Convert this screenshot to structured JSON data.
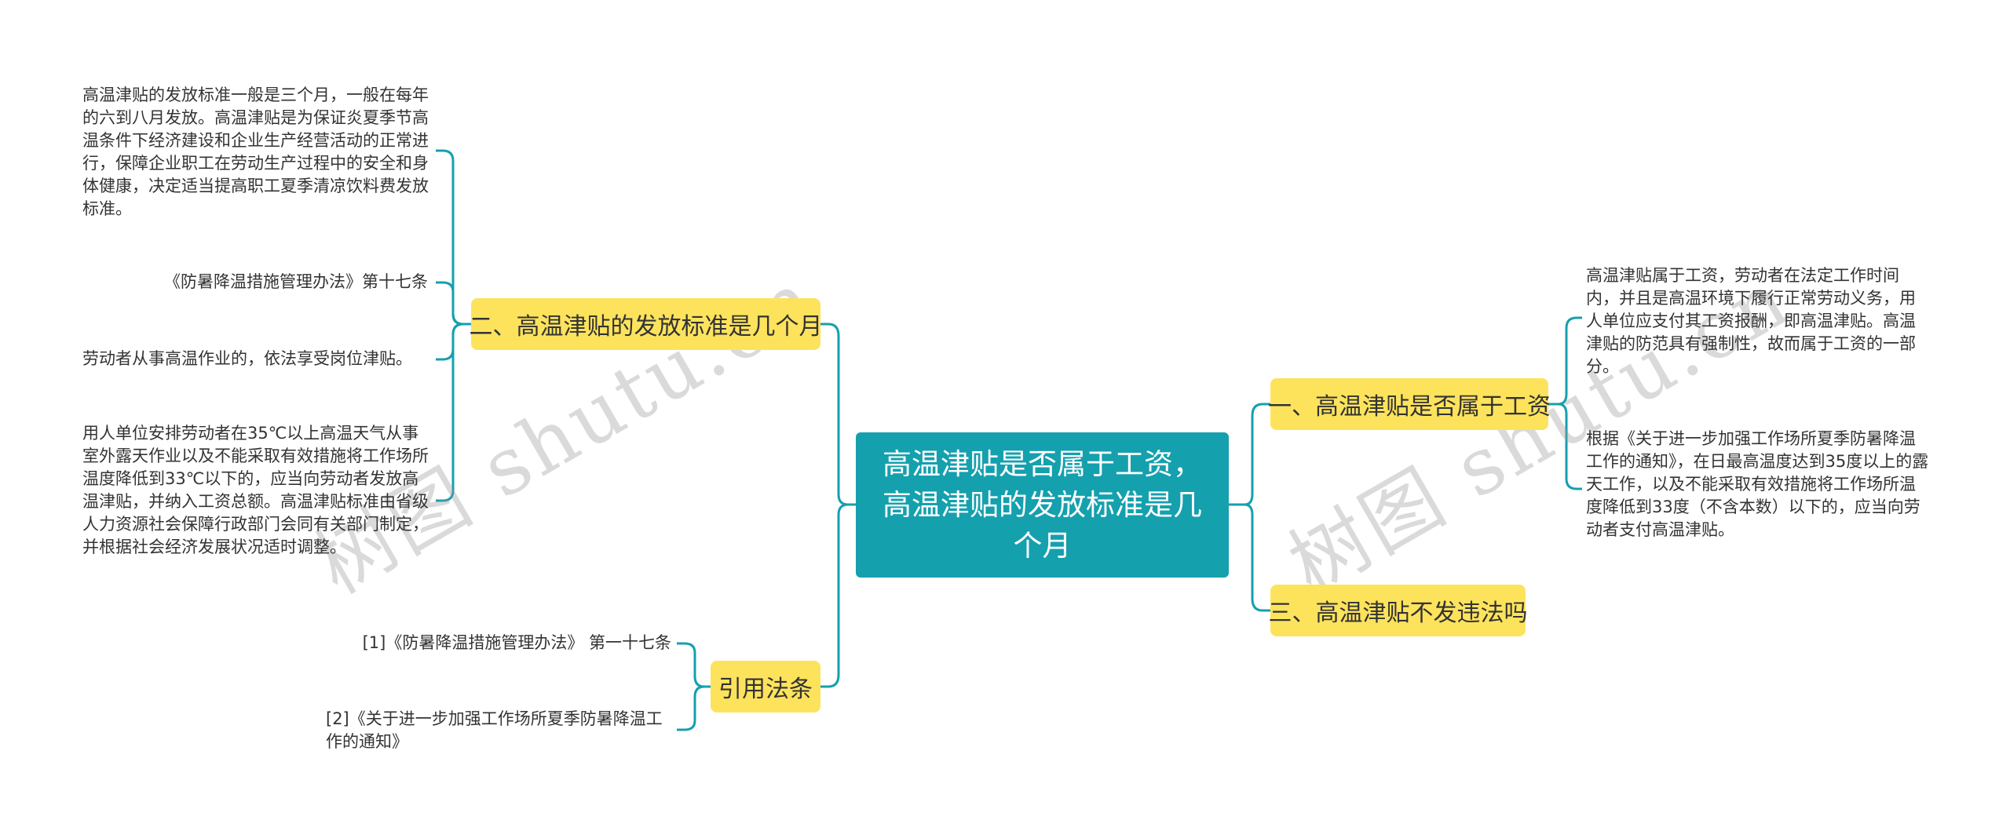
{
  "root": {
    "title": "高温津贴是否属于工资，高温津贴的发放标准是几个月"
  },
  "branches": {
    "b1": {
      "label": "一、高温津贴是否属于工资"
    },
    "b2": {
      "label": "二、高温津贴的发放标准是几个月"
    },
    "b3": {
      "label": "三、高温津贴不发违法吗"
    },
    "b4": {
      "label": "引用法条"
    }
  },
  "leaves": {
    "b1_1": "高温津贴属于工资，劳动者在法定工作时间内，并且是高温环境下履行正常劳动义务，用人单位应支付其工资报酬，即高温津贴。高温津贴的防范具有强制性，故而属于工资的一部分。",
    "b1_2": "根据《关于进一步加强工作场所夏季防暑降温工作的通知》，在日最高温度达到35度以上的露天工作，以及不能采取有效措施将工作场所温度降低到33度（不含本数）以下的，应当向劳动者支付高温津贴。",
    "b2_1": "高温津贴的发放标准一般是三个月，一般在每年的六到八月发放。高温津贴是为保证炎夏季节高温条件下经济建设和企业生产经营活动的正常进行，保障企业职工在劳动生产过程中的安全和身体健康，决定适当提高职工夏季清凉饮料费发放标准。",
    "b2_2": "《防暑降温措施管理办法》第十七条",
    "b2_3": "劳动者从事高温作业的，依法享受岗位津贴。",
    "b2_4": "用人单位安排劳动者在35℃以上高温天气从事室外露天作业以及不能采取有效措施将工作场所温度降低到33℃以下的，应当向劳动者发放高温津贴，并纳入工资总额。高温津贴标准由省级人力资源社会保障行政部门会同有关部门制定，并根据社会经济发展状况适时调整。",
    "b4_1": "[1]《防暑降温措施管理办法》 第一十七条",
    "b4_2": "[2]《关于进一步加强工作场所夏季防暑降温工作的通知》"
  },
  "watermarks": [
    "树图 shutu.cn",
    "树图 shutu.cn"
  ],
  "colors": {
    "root_bg": "#15a0ae",
    "branch_bg": "#fde35c",
    "line": "#15a0ae"
  }
}
